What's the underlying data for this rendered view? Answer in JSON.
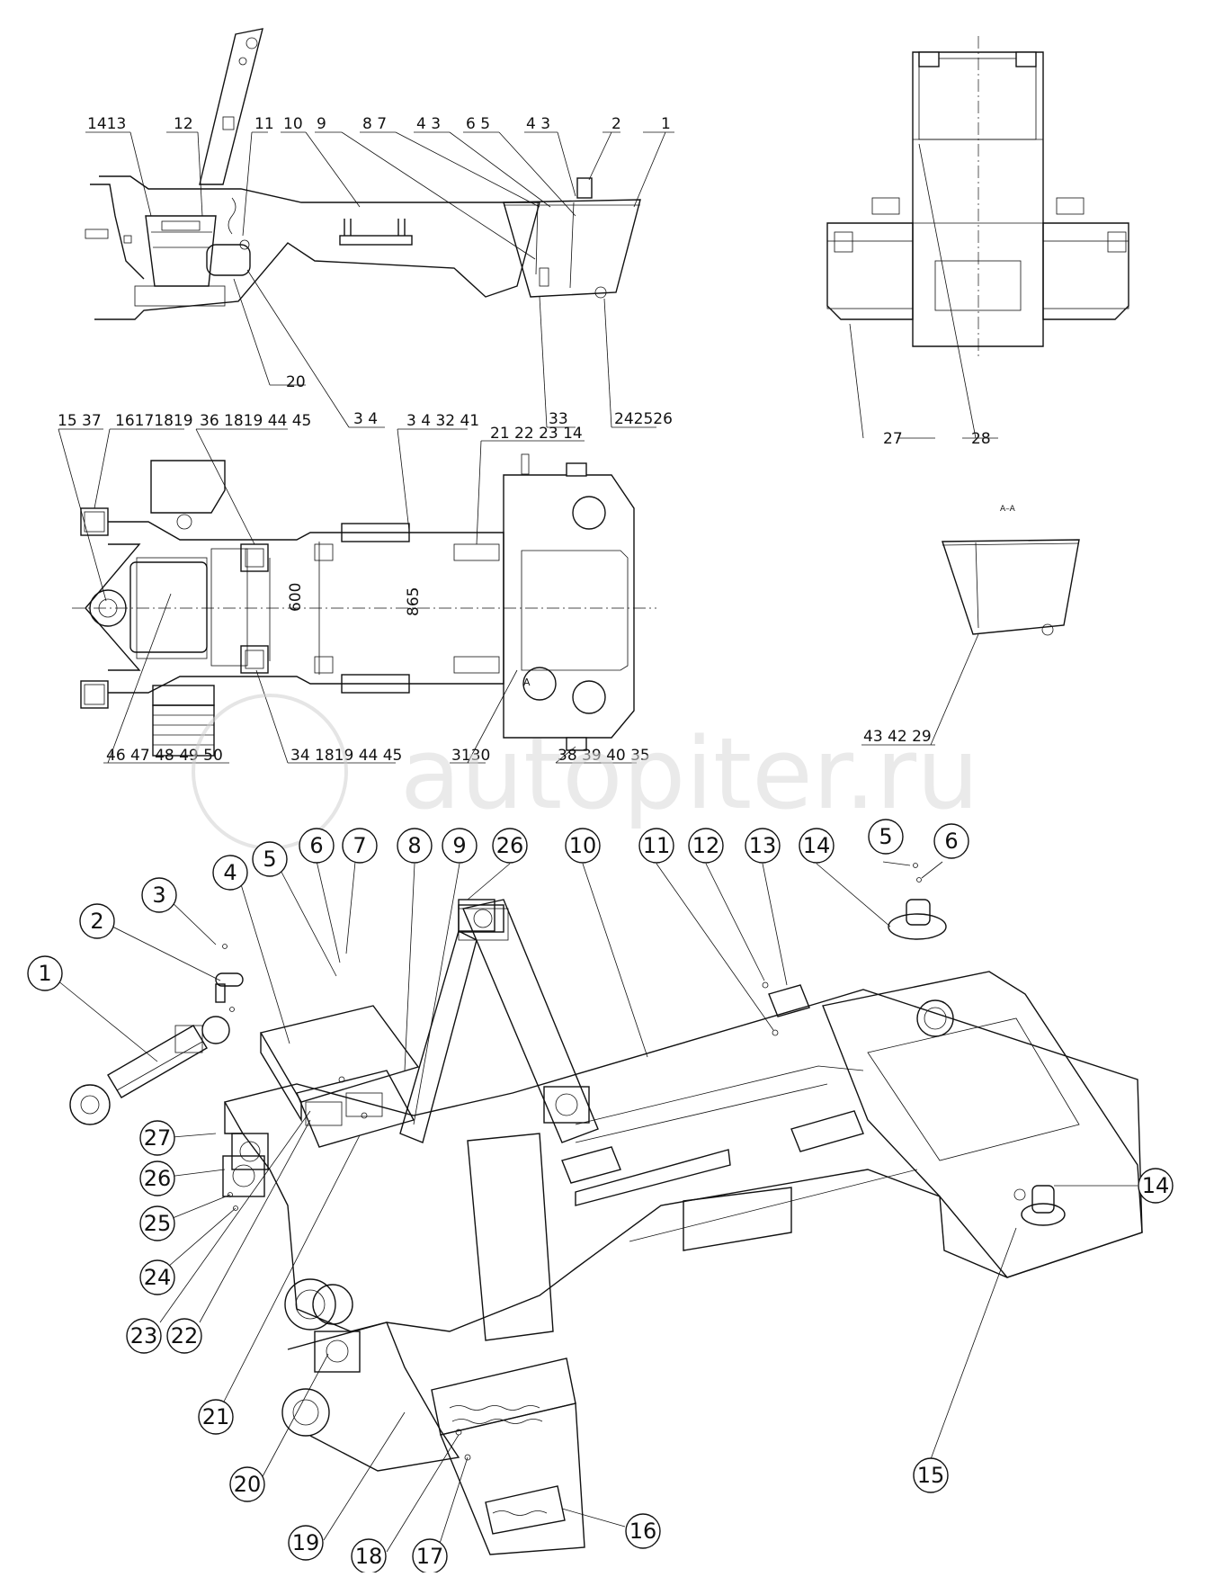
{
  "watermark": "autopiter.ru",
  "side_view_labels": [
    "1413",
    "12",
    "11",
    "10",
    "9",
    "8 7",
    "4 3",
    "6 5",
    "4 3",
    "2",
    "1",
    "20",
    "3 4",
    "33",
    "242526"
  ],
  "front_view_labels": [
    "27",
    "28"
  ],
  "top_view_labels": [
    "15 37",
    "16171819",
    "36 1819 44 45",
    "3 4 32 41",
    "21 22 23 14",
    "46 47 48 49 50",
    "34 1819 44 45",
    "3130",
    "38 39 40 35"
  ],
  "dimension_labels": [
    "600",
    "865"
  ],
  "section": {
    "title": "A–A",
    "label": "43 42 29",
    "marker": "A"
  },
  "callouts": [
    "1",
    "2",
    "3",
    "4",
    "5",
    "6",
    "7",
    "8",
    "9",
    "26",
    "10",
    "11",
    "12",
    "13",
    "14",
    "5",
    "6",
    "27",
    "26",
    "25",
    "24",
    "23",
    "22",
    "21",
    "20",
    "19",
    "18",
    "17",
    "16",
    "15",
    "14"
  ]
}
